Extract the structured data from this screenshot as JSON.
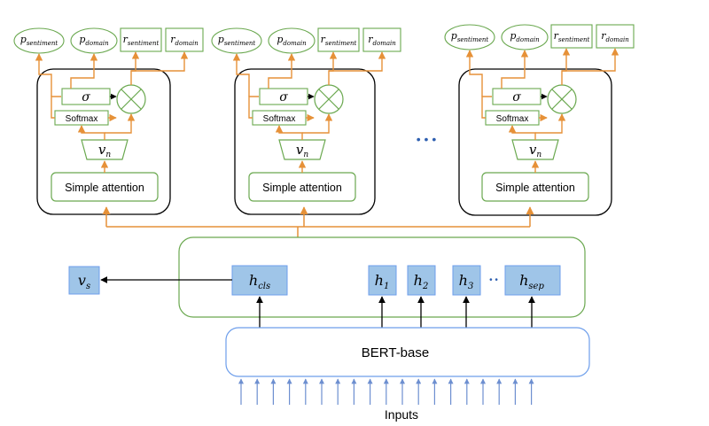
{
  "modules": [
    {
      "outputs": {
        "p_sentiment": {
          "base": "p",
          "sub": "sentiment"
        },
        "p_domain": {
          "base": "p",
          "sub": "domain"
        },
        "r_sentiment": {
          "base": "r",
          "sub": "sentiment"
        },
        "r_domain": {
          "base": "r",
          "sub": "domain"
        }
      },
      "sigma": "σ",
      "softmax": "Softmax",
      "vn": {
        "base": "v",
        "sub": "n"
      },
      "simple_attention": "Simple attention"
    },
    {
      "outputs": {
        "p_sentiment": {
          "base": "p",
          "sub": "sentiment"
        },
        "p_domain": {
          "base": "p",
          "sub": "domain"
        },
        "r_sentiment": {
          "base": "r",
          "sub": "sentiment"
        },
        "r_domain": {
          "base": "r",
          "sub": "domain"
        }
      },
      "sigma": "σ",
      "softmax": "Softmax",
      "vn": {
        "base": "v",
        "sub": "n"
      },
      "simple_attention": "Simple attention"
    },
    {
      "outputs": {
        "p_sentiment": {
          "base": "p",
          "sub": "sentiment"
        },
        "p_domain": {
          "base": "p",
          "sub": "domain"
        },
        "r_sentiment": {
          "base": "r",
          "sub": "sentiment"
        },
        "r_domain": {
          "base": "r",
          "sub": "domain"
        }
      },
      "sigma": "σ",
      "softmax": "Softmax",
      "vn": {
        "base": "v",
        "sub": "n"
      },
      "simple_attention": "Simple attention"
    }
  ],
  "ellipsis_modules": "• • •",
  "ellipsis_tokens": "• •",
  "vs": {
    "base": "v",
    "sub": "s"
  },
  "hidden": {
    "h_cls": {
      "base": "h",
      "sub": "cls"
    },
    "h_1": {
      "base": "h",
      "sub": "1"
    },
    "h_2": {
      "base": "h",
      "sub": "2"
    },
    "h_3": {
      "base": "h",
      "sub": "3"
    },
    "h_sep": {
      "base": "h",
      "sub": "sep"
    }
  },
  "bert": "BERT-base",
  "inputs": "Inputs",
  "colors": {
    "green": "#6aa84f",
    "orange": "#e69138",
    "blue_fill": "#9fc5e8",
    "blue_stroke": "#6d9eeb",
    "input_arrow": "#6d8fd0"
  }
}
